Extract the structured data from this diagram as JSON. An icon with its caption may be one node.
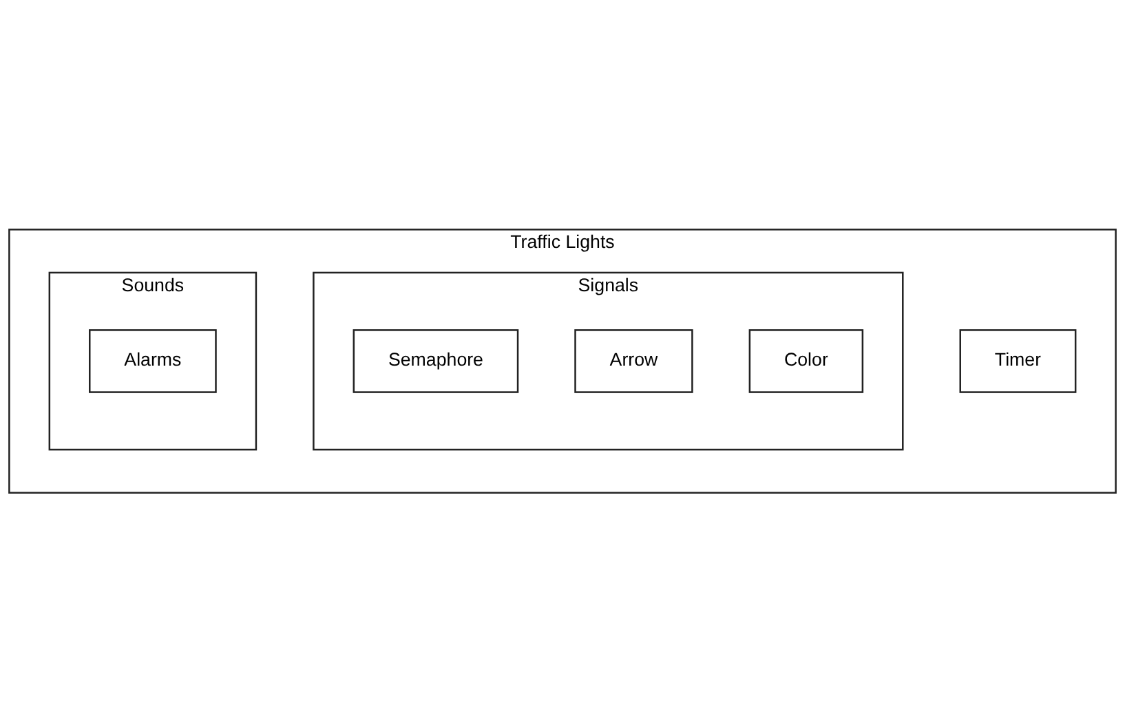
{
  "diagram": {
    "nodes": [
      {
        "text": [
          "Traffic Lights"
        ]
      },
      {
        "text": [
          "Signals"
        ],
        "in": 0
      },
      {
        "text": [
          "Semaphore"
        ],
        "in": 1
      },
      {
        "text": [
          "Arrow"
        ],
        "in": 1
      },
      {
        "text": [
          "Color"
        ],
        "in": 1
      },
      {
        "text": [
          "Sounds"
        ],
        "in": 0
      },
      {
        "text": [
          "Alarms"
        ],
        "in": 5
      },
      {
        "text": [
          "Timer"
        ],
        "in": 0
      }
    ]
  }
}
